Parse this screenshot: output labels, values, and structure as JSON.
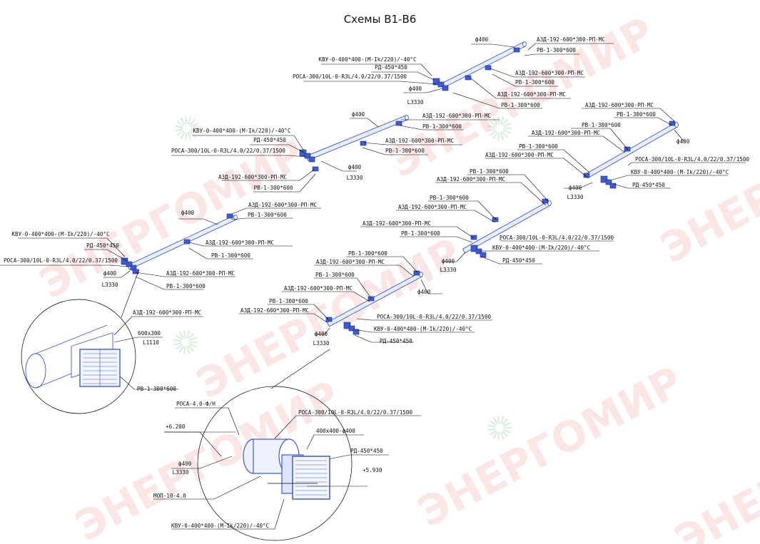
{
  "title": "Схемы В1-В6",
  "watermark": "ЭНЕРГОМИР",
  "colors": {
    "duct": "#3f5bd0",
    "duct_fill": "#e8edff",
    "leader": "#000000",
    "watermark": "#e64545"
  },
  "labels": {
    "kvu": "КВУ-0-400*400-(М-Ik/220)/-40°C",
    "rd": "РД-450*450",
    "rosa": "РОСА-300/10L-0-R3L/4.0/22/0.37/1500",
    "phi": "ф400",
    "len": "L3330",
    "azd": "АЗД-192-600*300-РП-МС",
    "rv": "РВ-1-300*600"
  },
  "detail1": {
    "azd": "АЗД-192-600*300-РП-МС",
    "size": "600x300",
    "len": "L1110",
    "rv": "РВ-1-300*600"
  },
  "detail2": {
    "rosa40": "РОСА-4.0-Ф/Н",
    "rosa": "РОСА-300/10L-0-R3L/4.0/22/0.37/1500",
    "adapter": "400х400-ф400",
    "rd": "РД-450*450",
    "elev_top": "+6.200",
    "elev_bot": "+5.930",
    "phi": "ф400",
    "len": "L3330",
    "mop": "МОП-10-4.0",
    "kvu": "КВУ-0-400*400-(М-Ik/220)/-40°C"
  }
}
